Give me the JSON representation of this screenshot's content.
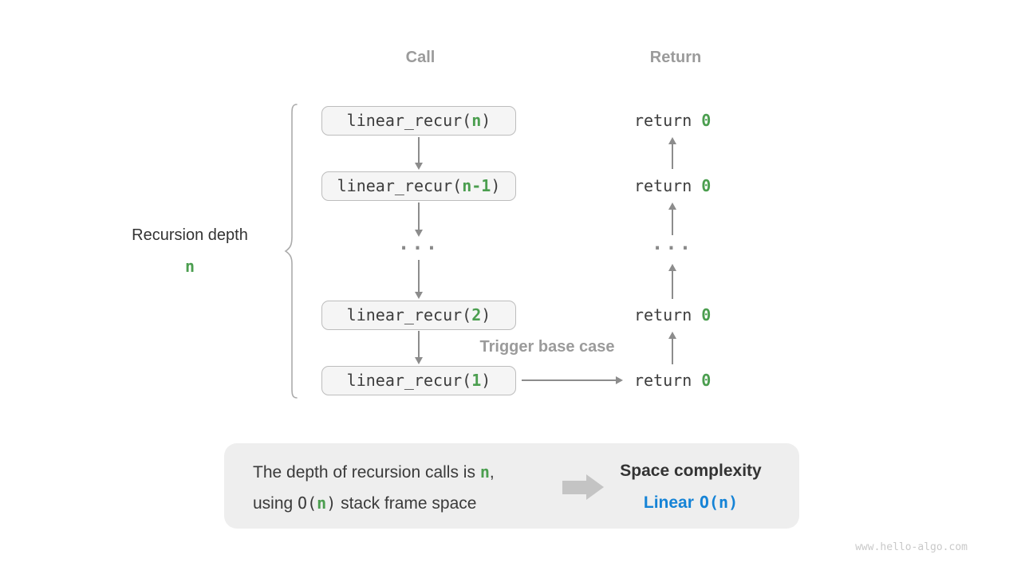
{
  "colors": {
    "green_accent": "#4b9e4f",
    "blue_accent": "#1583d6",
    "gray_label": "#9b9b9b",
    "arrow_gray": "#8c8c8c",
    "code_text": "#3d3d3d",
    "box_background": "#f5f5f5",
    "box_border": "#bdbdbd",
    "panel_background": "#eeeeee",
    "watermark_gray": "#c9c9c9"
  },
  "headers": {
    "call": "Call",
    "return": "Return"
  },
  "call_column": {
    "boxes": [
      {
        "pre": "linear_recur(",
        "arg": "n",
        "post": ")"
      },
      {
        "pre": "linear_recur(",
        "arg": "n-1",
        "post": ")"
      },
      {
        "pre": "linear_recur(",
        "arg": "2",
        "post": ")"
      },
      {
        "pre": "linear_recur(",
        "arg": "1",
        "post": ")"
      }
    ],
    "ellipsis": "..."
  },
  "return_column": {
    "labels": [
      {
        "keyword": "return ",
        "value": "0"
      },
      {
        "keyword": "return ",
        "value": "0"
      },
      {
        "keyword": "return ",
        "value": "0"
      },
      {
        "keyword": "return ",
        "value": "0"
      }
    ],
    "ellipsis": "..."
  },
  "annotations": {
    "trigger": "Trigger base case",
    "depth_label": "Recursion depth",
    "depth_value": "n"
  },
  "panel": {
    "left_line1": {
      "pre": "The depth of recursion calls is ",
      "arg": "n",
      "post": ","
    },
    "left_line2": {
      "pre": "using ",
      "code_open": "O(",
      "arg": "n",
      "code_close": ")",
      "post": " stack frame space"
    },
    "right_title": "Space complexity",
    "right_sub": {
      "word": "Linear",
      "code_open": "O(",
      "arg": "n",
      "code_close": ")"
    }
  },
  "watermark": "www.hello-algo.com"
}
